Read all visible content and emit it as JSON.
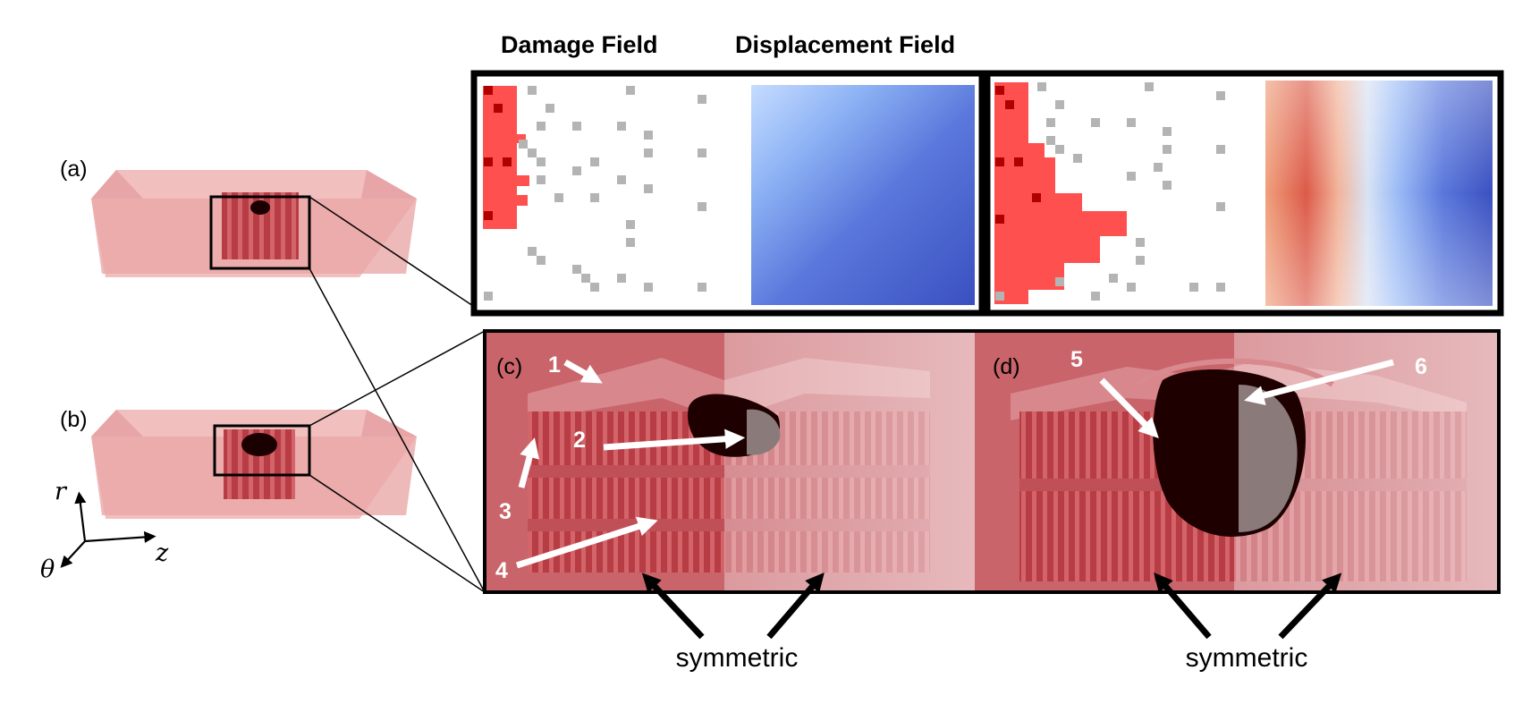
{
  "headers": {
    "damage": "Damage Field",
    "displacement": "Displacement Field"
  },
  "panel_labels": {
    "a": "(a)",
    "b": "(b)",
    "c": "(c)",
    "d": "(d)"
  },
  "axes": {
    "r": "r",
    "theta": "θ",
    "z": "z"
  },
  "callouts": {
    "c": [
      "1",
      "2",
      "3",
      "4"
    ],
    "d": [
      "5",
      "6"
    ]
  },
  "symmetric_labels": [
    "symmetric",
    "symmetric"
  ],
  "colors": {
    "damage_red": "#ff5050",
    "damage_dark": "#b00000",
    "grid_gray": "#b4b4b4",
    "disp_blue": "#3a50c0",
    "disp_light": "#bcd6ff",
    "disp_red": "#d95040",
    "rock_pink": "#e8a0a0",
    "panel_bg": "#c8646a"
  }
}
